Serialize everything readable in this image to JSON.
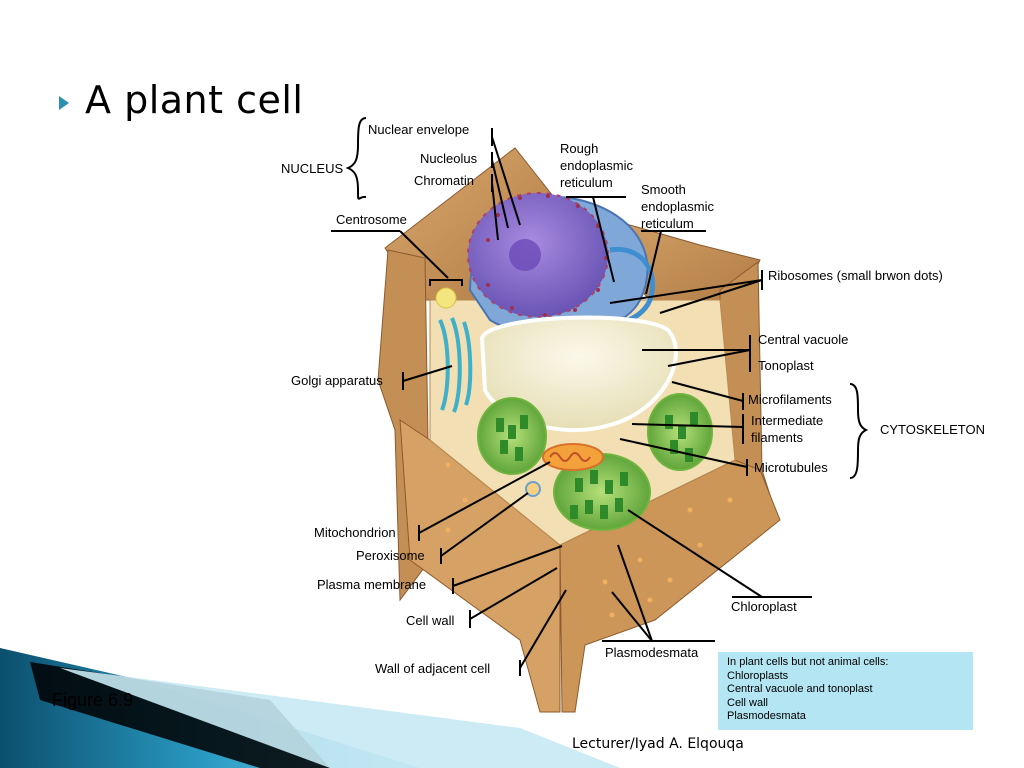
{
  "slide": {
    "title": "A plant cell",
    "figure_label": "Figure 6.9",
    "footer": "Lecturer/Iyad A. Elqouqa"
  },
  "labels": {
    "nuclear_envelope": "Nuclear envelope",
    "nucleolus": "Nucleolus",
    "chromatin": "Chromatin",
    "nucleus": "NUCLEUS",
    "rough_er_1": "Rough",
    "rough_er_2": "endoplasmic",
    "rough_er_3": "reticulum",
    "smooth_er_1": "Smooth",
    "smooth_er_2": "endoplasmic",
    "smooth_er_3": "reticulum",
    "centrosome": "Centrosome",
    "ribosomes": "Ribosomes (small brwon dots)",
    "central_vacuole": "Central vacuole",
    "tonoplast": "Tonoplast",
    "golgi": "Golgi apparatus",
    "microfilaments": "Microfilaments",
    "intermediate_1": "Intermediate",
    "intermediate_2": "filaments",
    "cytoskeleton": "CYTOSKELETON",
    "microtubules": "Microtubules",
    "mitochondrion": "Mitochondrion",
    "peroxisome": "Peroxisome",
    "plasma_membrane": "Plasma membrane",
    "cell_wall": "Cell wall",
    "wall_adjacent": "Wall of adjacent cell",
    "chloroplast": "Chloroplast",
    "plasmodesmata": "Plasmodesmata"
  },
  "note": {
    "heading": "In plant cells but not animal cells:",
    "items": [
      "Chloroplasts",
      "Central vacuole and tonoplast",
      "Cell wall",
      "Plasmodesmata"
    ]
  },
  "colors": {
    "cell_wall": "#c8965e",
    "cell_wall_dark": "#a87440",
    "cytoplasm": "#f3e0b8",
    "nucleus": "#8a6fc7",
    "vacuole": "#f1ecd0",
    "chloroplast": "#5aa83a",
    "golgi": "#3fb0c9",
    "note_bg": "#b3e5f2"
  }
}
